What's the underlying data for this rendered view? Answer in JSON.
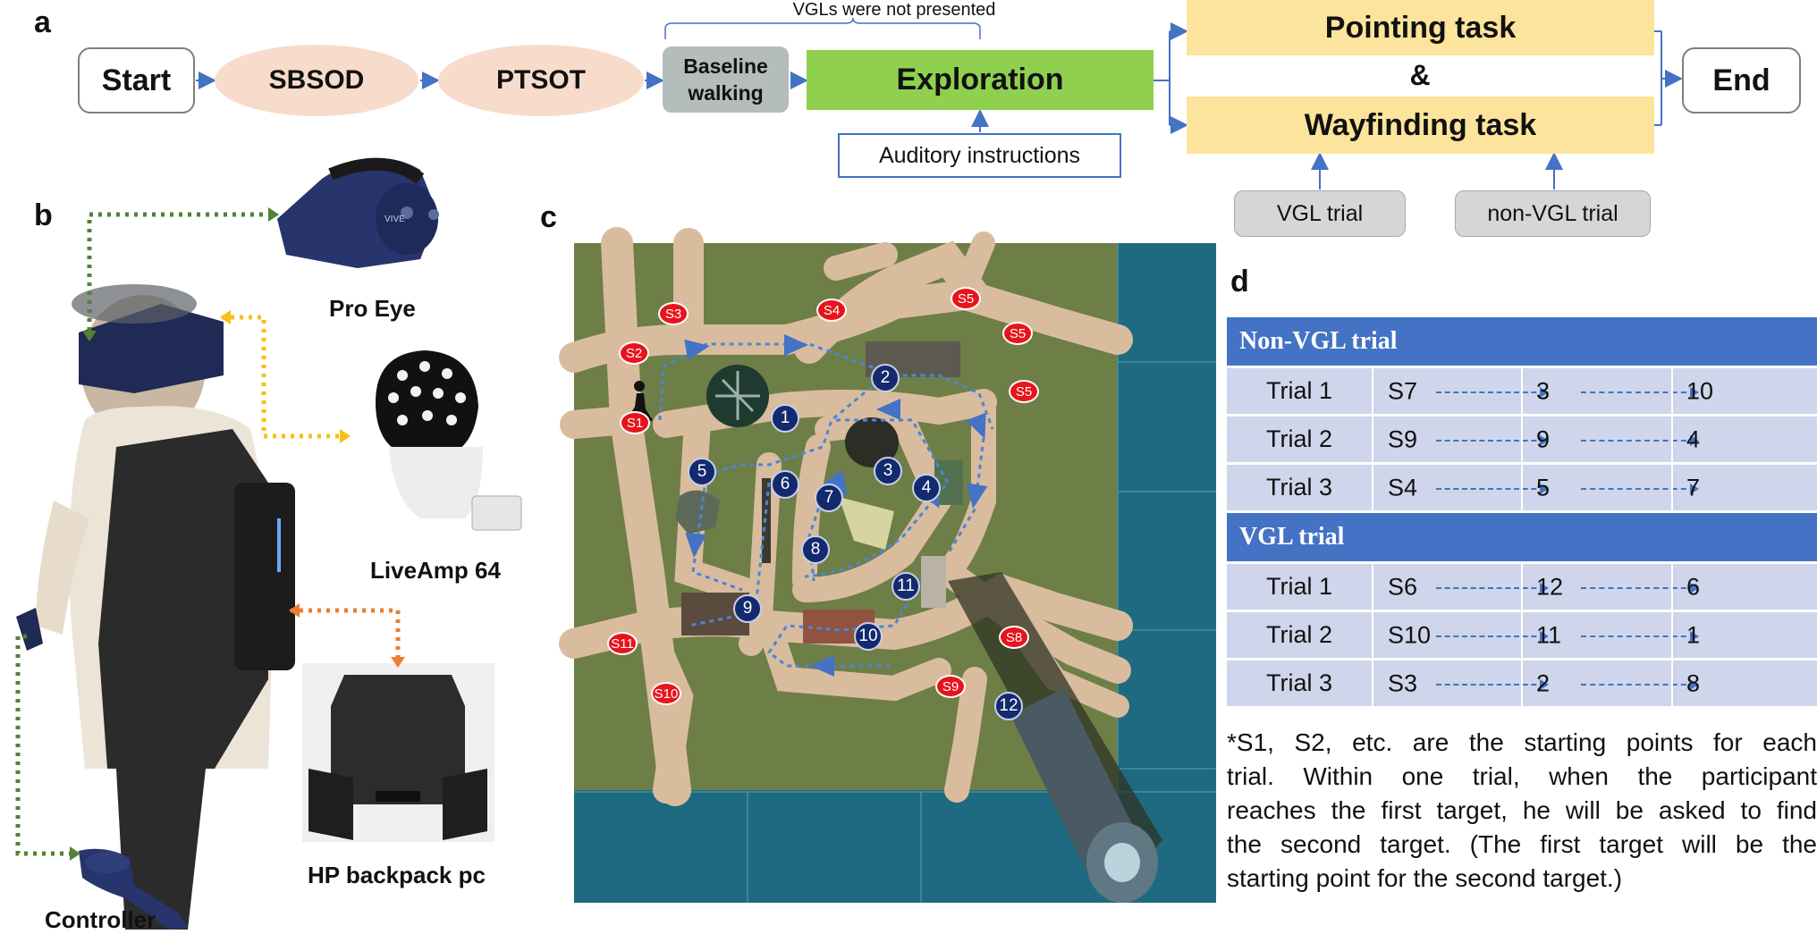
{
  "panels": {
    "a": "a",
    "b": "b",
    "c": "c",
    "d": "d"
  },
  "flow": {
    "start": "Start",
    "sbsod": "SBSOD",
    "ptsot": "PTSOT",
    "baseline_line1": "Baseline",
    "baseline_line2": "walking",
    "exploration": "Exploration",
    "vgl_note": "VGLs were not presented",
    "auditory": "Auditory instructions",
    "pointing": "Pointing task",
    "amp": "&",
    "wayfinding": "Wayfinding task",
    "vgl_trial": "VGL trial",
    "nonvgl_trial": "non-VGL trial",
    "end": "End"
  },
  "equipment": {
    "pro_eye": "Pro Eye",
    "liveamp": "LiveAmp 64",
    "backpack": "HP backpack pc",
    "controller": "Controller",
    "headset_brand": "VIVE"
  },
  "map": {
    "starts": [
      "S1",
      "S2",
      "S3",
      "S4",
      "S5",
      "S5",
      "S5",
      "S8",
      "S9",
      "S10",
      "S11"
    ],
    "targets": [
      "1",
      "2",
      "3",
      "4",
      "5",
      "6",
      "7",
      "8",
      "9",
      "10",
      "11",
      "12"
    ]
  },
  "table": {
    "nonvgl_header": "Non-VGL trial",
    "vgl_header": "VGL trial",
    "nonvgl_rows": [
      {
        "label": "Trial 1",
        "start": "S7",
        "first": "3",
        "second": "10"
      },
      {
        "label": "Trial 2",
        "start": "S9",
        "first": "9",
        "second": "4"
      },
      {
        "label": "Trial 3",
        "start": "S4",
        "first": "5",
        "second": "7"
      }
    ],
    "vgl_rows": [
      {
        "label": "Trial 1",
        "start": "S6",
        "first": "12",
        "second": "6"
      },
      {
        "label": "Trial 2",
        "start": "S10",
        "first": "11",
        "second": "1"
      },
      {
        "label": "Trial 3",
        "start": "S3",
        "first": "2",
        "second": "8"
      }
    ]
  },
  "note": {
    "lines": [
      "*S1, S2, etc. are the starting points for each",
      "trial. Within one trial, when the participant",
      "reaches the first target, he will be asked to find",
      "the second target. (The first target will be the",
      "starting point for the second target.)"
    ]
  },
  "colors": {
    "arrow": "#4472c4",
    "start_marker": "#e8141b",
    "target_marker": "#142a6e",
    "grass": "#6e7e47",
    "road": "#d8b99a",
    "water": "#1f6f86"
  }
}
